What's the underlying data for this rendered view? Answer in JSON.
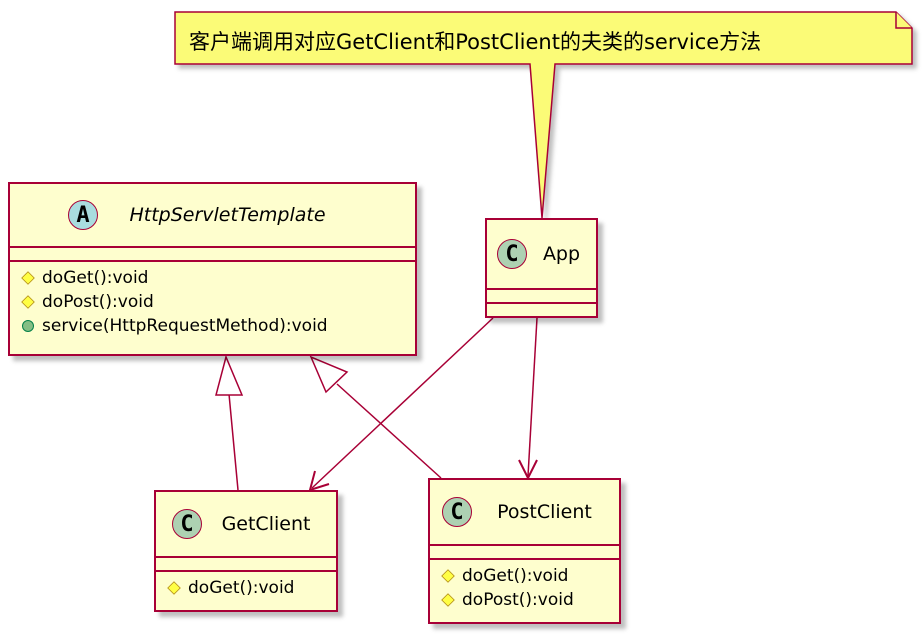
{
  "note": {
    "text": "客户端调用对应GetClient和PostClient的夫类的service方法"
  },
  "classes": {
    "http_servlet_template": {
      "stereotype": "A",
      "name": "HttpServletTemplate",
      "members": [
        {
          "visibility": "protected",
          "text": "doGet():void"
        },
        {
          "visibility": "protected",
          "text": "doPost():void"
        },
        {
          "visibility": "public",
          "text": "service(HttpRequestMethod):void"
        }
      ]
    },
    "app": {
      "stereotype": "C",
      "name": "App"
    },
    "get_client": {
      "stereotype": "C",
      "name": "GetClient",
      "members": [
        {
          "visibility": "protected",
          "text": "doGet():void"
        }
      ]
    },
    "post_client": {
      "stereotype": "C",
      "name": "PostClient",
      "members": [
        {
          "visibility": "protected",
          "text": "doGet():void"
        },
        {
          "visibility": "protected",
          "text": "doPost():void"
        }
      ]
    }
  },
  "relations": [
    {
      "type": "inheritance",
      "from": "GetClient",
      "to": "HttpServletTemplate"
    },
    {
      "type": "inheritance",
      "from": "PostClient",
      "to": "HttpServletTemplate"
    },
    {
      "type": "association",
      "from": "App",
      "to": "GetClient"
    },
    {
      "type": "association",
      "from": "App",
      "to": "PostClient"
    },
    {
      "type": "note-link",
      "from": "note",
      "to": "App"
    }
  ],
  "colors": {
    "class_fill": "#FEFECE",
    "class_border": "#A80036",
    "class_circle": "#ADD1B2",
    "abstract_circle": "#A9DCDF",
    "note_fill": "#FBFB77"
  }
}
